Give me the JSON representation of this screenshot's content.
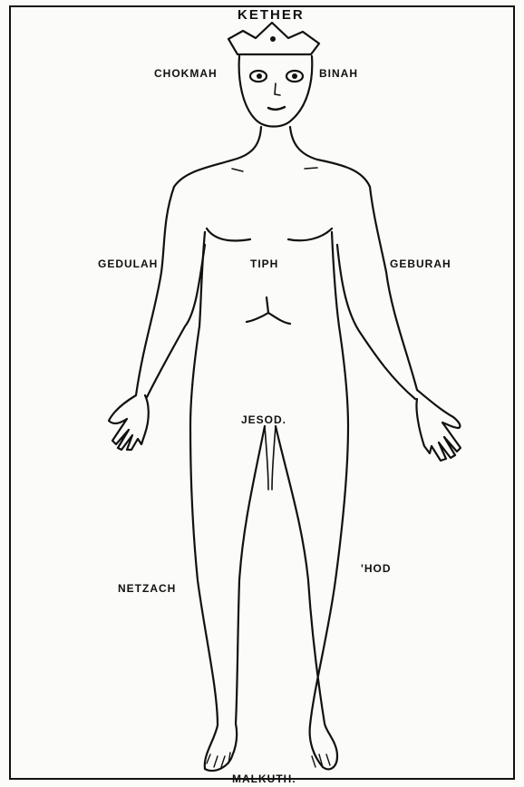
{
  "diagram": {
    "labels": {
      "kether": "KETHER",
      "chokmah": "CHOKMAH",
      "binah": "BINAH",
      "gedulah": "GEDULAH",
      "tiph": "TIPH",
      "geburah": "GEBURAH",
      "jesod": "JESOD.",
      "hod": "'HOD",
      "netzach": "NETZACH",
      "malkuth": "MALKUTH."
    }
  }
}
